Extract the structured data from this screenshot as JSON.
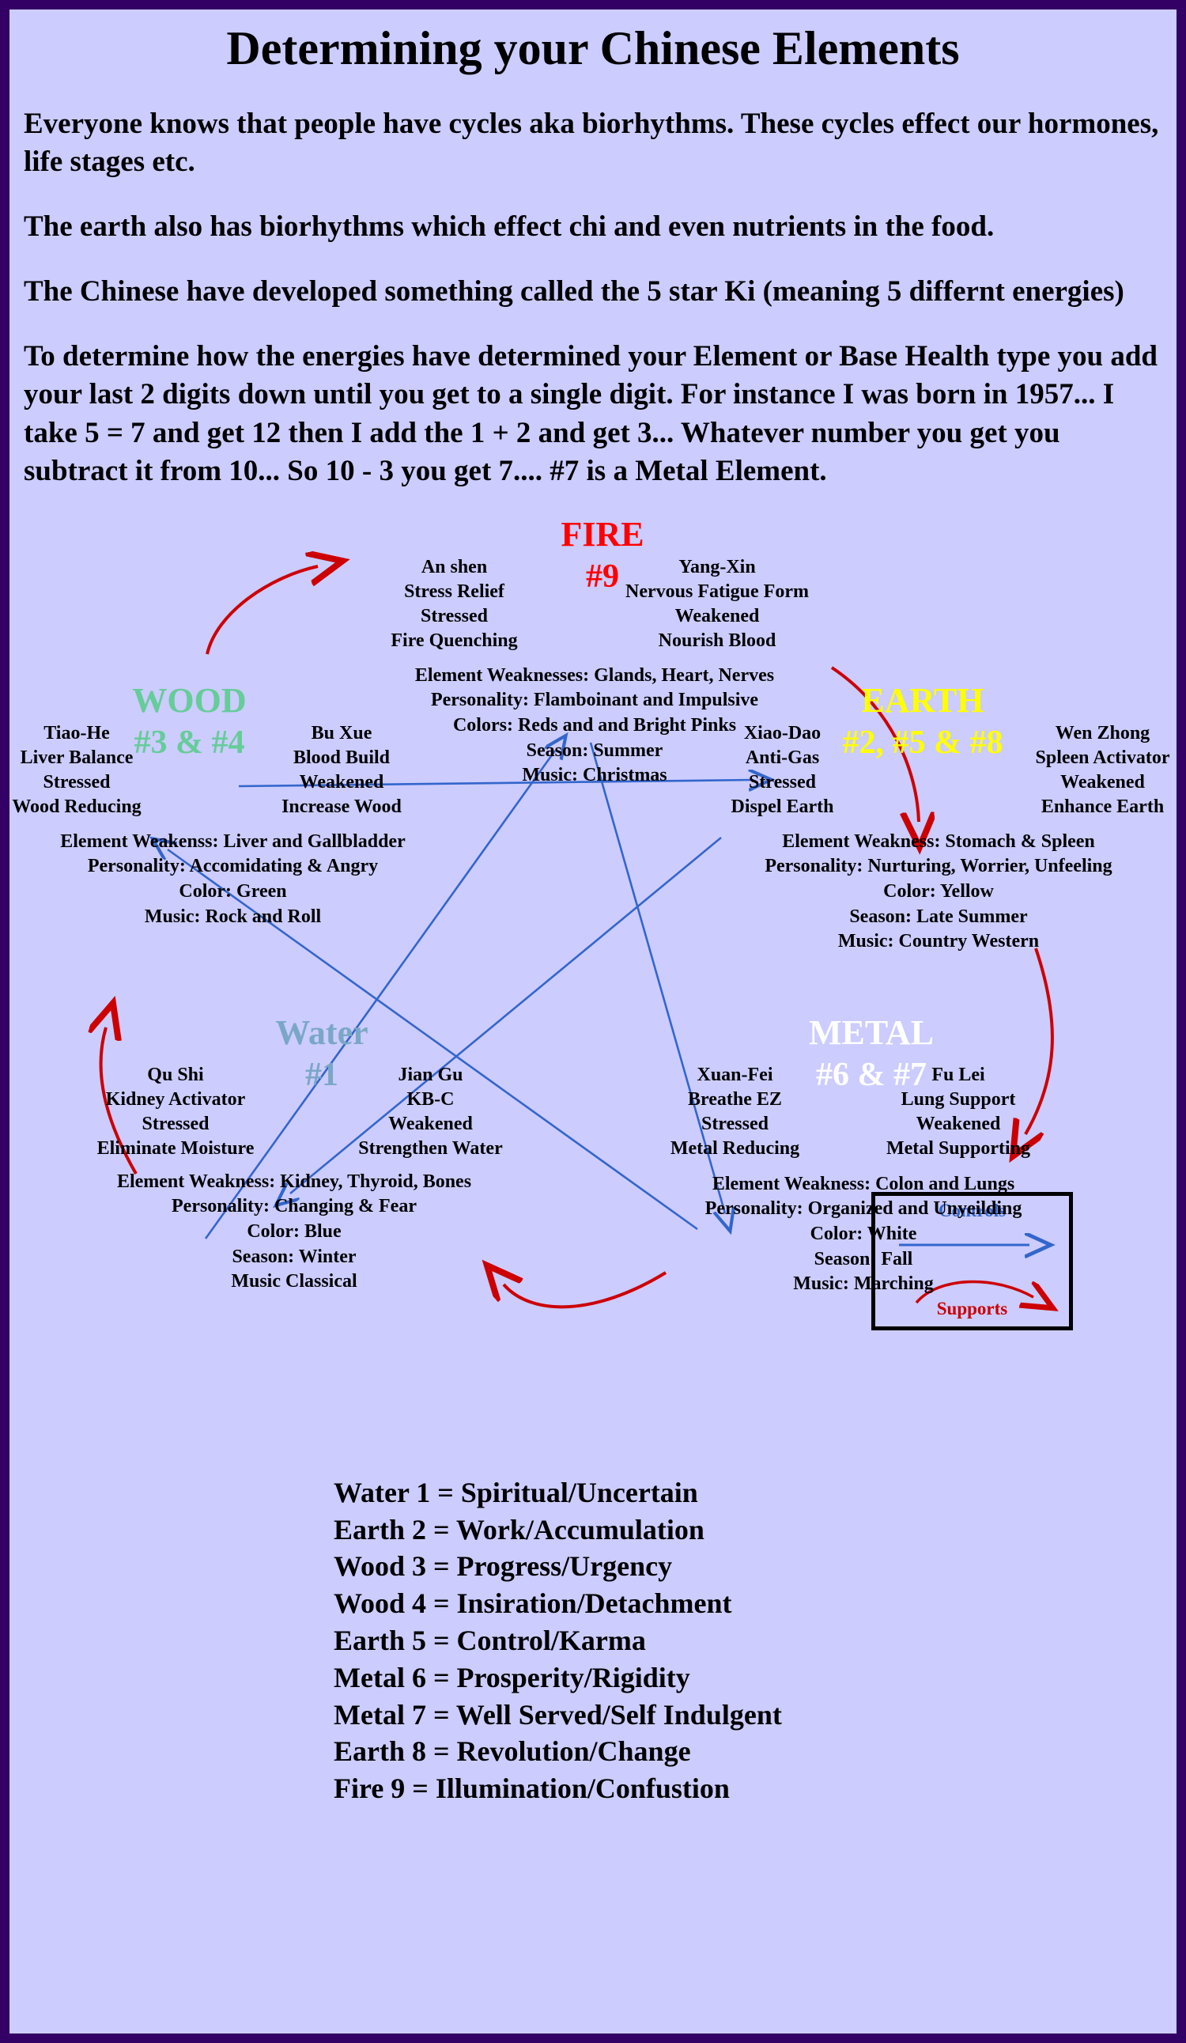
{
  "page": {
    "title": "Determining your Chinese Elements",
    "background_color": "#ccccff",
    "border_color": "#330066"
  },
  "intro": {
    "paragraphs": [
      "Everyone knows that people have cycles aka biorhythms.  These cycles effect our hormones, life stages etc.",
      "The earth also has biorhythms which effect chi and even nutrients in the food.",
      "The Chinese have developed something called the 5 star Ki (meaning 5 differnt energies)",
      "To determine how  the energies have determined your Element or Base Health type you add your last 2 digits down until you get to a single digit.  For instance I was born in 1957... I  take 5 = 7 and get 12 then I add the 1 + 2 and get 3... Whatever number you get you subtract it from 10... So 10 - 3  you get 7.... #7 is a Metal Element."
    ]
  },
  "legend": {
    "controls_label": "Controls",
    "supports_label": "Supports",
    "controls_color": "#3366cc",
    "supports_color": "#cc0000"
  },
  "elements": {
    "fire": {
      "name": "FIRE",
      "number": "#9",
      "color": "#ff0000",
      "left_column": [
        "An shen",
        "Stress Relief",
        "Stressed",
        "Fire Quenching"
      ],
      "right_column": [
        "Yang-Xin",
        "Nervous Fatigue Form",
        "Weakened",
        "Nourish Blood"
      ],
      "details": [
        "Element Weaknesses:  Glands, Heart, Nerves",
        "Personality: Flamboinant and Impulsive",
        "Colors: Reds and and Bright Pinks",
        "Season:  Summer",
        "Music:  Christmas"
      ]
    },
    "wood": {
      "name": "WOOD",
      "number": "#3 & #4",
      "color": "#66cc99",
      "left_column": [
        "Tiao-He",
        "Liver Balance",
        "Stressed",
        "Wood Reducing"
      ],
      "right_column": [
        "Bu Xue",
        "Blood Build",
        "Weakened",
        "Increase Wood"
      ],
      "details": [
        "Element Weakenss: Liver and Gallbladder",
        "Personality:  Accomidating & Angry",
        "Color: Green",
        "Music:  Rock and Roll"
      ]
    },
    "earth": {
      "name": "EARTH",
      "number": "#2, #5 & #8",
      "color": "#ffff00",
      "left_column": [
        "Xiao-Dao",
        "Anti-Gas",
        "Stressed",
        "Dispel Earth"
      ],
      "right_column": [
        "Wen Zhong",
        "Spleen Activator",
        "Weakened",
        "Enhance Earth"
      ],
      "details": [
        "Element Weakness: Stomach & Spleen",
        "Personality:  Nurturing, Worrier, Unfeeling",
        "Color: Yellow",
        "Season:  Late Summer",
        "Music:  Country Western"
      ]
    },
    "water": {
      "name": "Water",
      "number": "#1",
      "color": "#7ba7c7",
      "left_column": [
        "Qu Shi",
        "Kidney Activator",
        "Stressed",
        "Eliminate Moisture"
      ],
      "right_column": [
        "Jian Gu",
        "KB-C",
        "Weakened",
        "Strengthen Water"
      ],
      "details": [
        "Element Weakness:  Kidney, Thyroid, Bones",
        "Personality:  Changing & Fear",
        "Color:  Blue",
        "Season:  Winter",
        "Music Classical"
      ]
    },
    "metal": {
      "name": "METAL",
      "number": "#6 & #7",
      "color": "#ffffff",
      "left_column": [
        "Xuan-Fei",
        "Breathe EZ",
        "Stressed",
        "Metal Reducing"
      ],
      "right_column": [
        "Fu Lei",
        "Lung Support",
        "Weakened",
        "Metal Supporting"
      ],
      "details": [
        "Element Weakness:  Colon and Lungs",
        "Personality:  Organized and Unyeilding",
        "Color:  White",
        "Season:  Fall",
        "Music:  Marching"
      ]
    }
  },
  "key_list": [
    "Water 1 = Spiritual/Uncertain",
    "Earth 2 = Work/Accumulation",
    "Wood 3 = Progress/Urgency",
    "Wood 4 = Insiration/Detachment",
    "Earth 5 = Control/Karma",
    "Metal 6 = Prosperity/Rigidity",
    "Metal 7 = Well Served/Self Indulgent",
    "Earth 8 = Revolution/Change",
    "Fire 9 = Illumination/Confustion"
  ]
}
